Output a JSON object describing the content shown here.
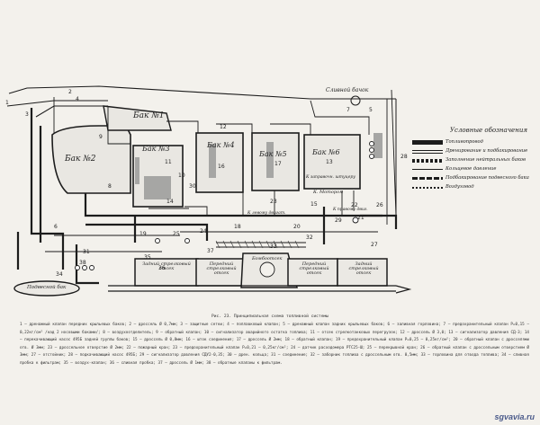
{
  "labels": {
    "tank1": "Бак №1",
    "tank2": "Бак №2",
    "tank3": "Бак №3",
    "tank4": "Бак №4",
    "tank5": "Бак №5",
    "tank6": "Бак №6",
    "drain_bottom": "Сливной бачок",
    "fuel_station": "К заправочн. штуцеру",
    "fuel_station2": "К. Мотором",
    "to_engine": "К левому двигат.",
    "to_engine_right": "К правому двиг.",
    "pod_tank": "Подвесной бак",
    "comp_left_rear": "Задний стрелковый отсек",
    "comp_left_front": "Передний стрелковый отсек",
    "comp_bomb": "Бомбоотсек",
    "comp_right_front": "Передний стрелковый отсек",
    "comp_right_rear": "Задний стрелковый отсек"
  },
  "legend": {
    "title": "Условные обозначения",
    "items": [
      "Топливопровод",
      "Дренирование и подбакирование",
      "Заполнение нейтральных баков",
      "Кольцевое давление",
      "Подбакирование подвесного бака",
      "Воздуховод"
    ]
  },
  "numbers": [
    "1",
    "2",
    "3",
    "4",
    "5",
    "6",
    "7",
    "8",
    "9",
    "10",
    "11",
    "12",
    "13",
    "14",
    "15",
    "16",
    "17",
    "18",
    "19",
    "20",
    "21",
    "22",
    "23",
    "24",
    "25",
    "26",
    "27",
    "28",
    "29",
    "30",
    "31",
    "32",
    "33",
    "34",
    "35",
    "36",
    "37",
    "38"
  ],
  "caption": "Рис. 23. Принципиальная схема топливной системы",
  "description": "1 – дренажный клапан передних крыльевых баков; 2 – дроссель Ø 0,7мм; 3 – защитные сетки; 4 – поплавковый клапан; 5 – дренажный клапан задних крыльевых баков; 6 – заливная горловина; 7 – предохранительный клапан Р=0,15 – 0,22кг/см² /над 2 носовыми баками/; 8 – воздухоотделитель; 9 – обратный клапан; 10 – сигнализатор аварийного остатка топлива; 11 – отсек стрелкотанковых перегрузок; 12 – дроссель Ø 3,0; 13 – сигнализатор давления СД-3; 14 – перекачивающий насос 495Б задней группы баков; 15 – дроссель Ø 0,8мм; 16 – шток соединения; 17 – дроссель Ø 2мм; 18 – обратный клапан; 19 – предохранительный клапан Р=0,25 – 0,25кг/см²; 20 – обратный клапан с дросселями отв. Ø 3мм; 23 – дроссельное отверстие Ø 2мм; 22 – пожарный кран; 23 – предохранительный клапан Р=0,21 – 0,25кг/см²; 24 – датчик расходомера РТС25-Ш; 25 – перекрывной кран; 26 – обратный клапан с дроссельным отверстием Ø 3мм; 27 – отстойник; 28 – подкачивающий насос 495Б; 29 – сигнализатор давления СДУ2-0,35; 30 – дрен. кольца; 31 – соединение; 32 – заборник топлива с дроссельным отв. 0,5мм; 33 – горловина для отвода топлива; 34 – сливная пробка к фильтрам; 35 – воздух-клапан; 36 – сливная пробка; 37 – дроссель Ø 1мм; 38 – обратные клапаны к фильтрам.",
  "watermark": "sgvavia.ru",
  "colors": {
    "ink": "#1c1c1c",
    "paper": "#f3f1ec",
    "shade": "#9a9a98"
  }
}
